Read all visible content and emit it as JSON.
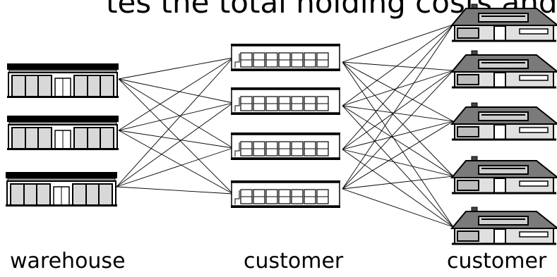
{
  "header": {
    "partial_text": "tes the total holding costs and"
  },
  "labels": {
    "warehouse": "warehouse",
    "middle_column": "customer",
    "right_column": "customer"
  },
  "diagram": {
    "columns": [
      {
        "role": "warehouses",
        "icon": "warehouse-building-icon",
        "count": 3
      },
      {
        "role": "distribution-centers",
        "icon": "distribution-center-icon",
        "count": 4
      },
      {
        "role": "customers",
        "icon": "house-icon",
        "count": 5
      }
    ],
    "edges": "complete-bipartite between adjacent columns"
  },
  "colors": {
    "line": "#000000",
    "building_fill": "#d8d8d8",
    "background": "#ffffff"
  }
}
